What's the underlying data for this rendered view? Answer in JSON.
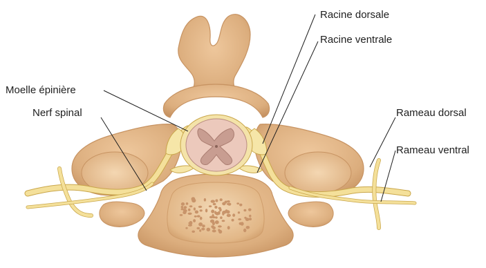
{
  "labels": {
    "racine_dorsale": "Racine dorsale",
    "racine_ventrale": "Racine ventrale",
    "moelle_epiniere": "Moelle épinière",
    "nerf_spinal": "Nerf spinal",
    "rameau_dorsal": "Rameau dorsal",
    "rameau_ventral": "Rameau ventral"
  },
  "colors": {
    "bone": "#dcae7e",
    "bone_dark": "#c79362",
    "bone_light": "#f0cfa6",
    "nerve": "#f2dc8a",
    "nerve_outline": "#c9a64a",
    "cord": "#e9c3b8",
    "grey_matter": "#c79a8f",
    "text": "#1e1e1e"
  }
}
